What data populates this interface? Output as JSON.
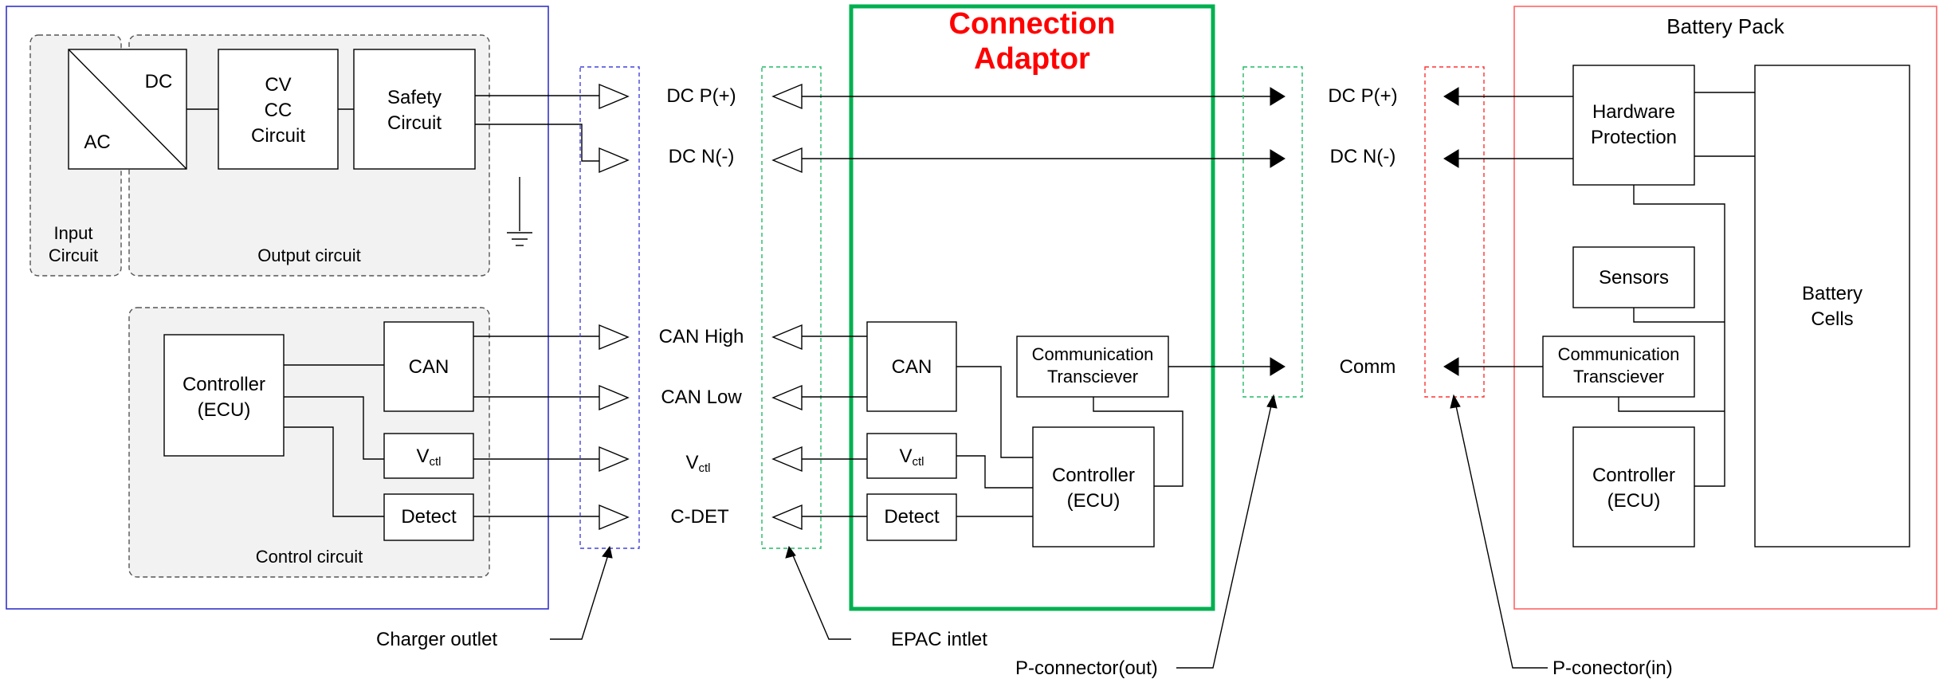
{
  "charger": {
    "ac_dc": {
      "dc": "DC",
      "ac": "AC"
    },
    "input_circuit": {
      "line1": "Input",
      "line2": "Circuit"
    },
    "cvcc": {
      "line1": "CV",
      "line2": "CC",
      "line3": "Circuit"
    },
    "safety": {
      "line1": "Safety",
      "line2": "Circuit"
    },
    "output_circuit": "Output circuit",
    "controller": {
      "line1": "Controller",
      "line2": "(ECU)"
    },
    "can": "CAN",
    "vctl": {
      "main": "V",
      "sub": "ctl"
    },
    "detect": "Detect",
    "control_circuit": "Control circuit"
  },
  "signals": {
    "dc_p": "DC P(+)",
    "dc_n": "DC N(-)",
    "can_high": "CAN High",
    "can_low": "CAN Low",
    "vctl": {
      "main": "V",
      "sub": "ctl"
    },
    "cdet": "C-DET",
    "comm": "Comm"
  },
  "adaptor": {
    "title": {
      "line1": "Connection",
      "line2": "Adaptor"
    },
    "can": "CAN",
    "vctl": {
      "main": "V",
      "sub": "ctl"
    },
    "detect": "Detect",
    "transceiver": {
      "line1": "Communication",
      "line2": "Transciever"
    },
    "controller": {
      "line1": "Controller",
      "line2": "(ECU)"
    }
  },
  "battery": {
    "title": "Battery Pack",
    "hw_protection": {
      "line1": "Hardware",
      "line2": "Protection"
    },
    "sensors": "Sensors",
    "transceiver": {
      "line1": "Communication",
      "line2": "Transciever"
    },
    "controller": {
      "line1": "Controller",
      "line2": "(ECU)"
    },
    "cells": {
      "line1": "Battery",
      "line2": "Cells"
    }
  },
  "callouts": {
    "charger_outlet": "Charger outlet",
    "epac_inlet": "EPAC intlet",
    "p_connector_out": "P-connector(out)",
    "p_connector_in": "P-conector(in)"
  },
  "colors": {
    "charger_border": "#3333cc",
    "adaptor_border": "#00b050",
    "adaptor_title": "#ff0000",
    "battery_border": "#ff6666",
    "outlet_dash": "#4444dd",
    "inlet_dash": "#22bb66",
    "pconn_in_dash": "#ff3333"
  }
}
